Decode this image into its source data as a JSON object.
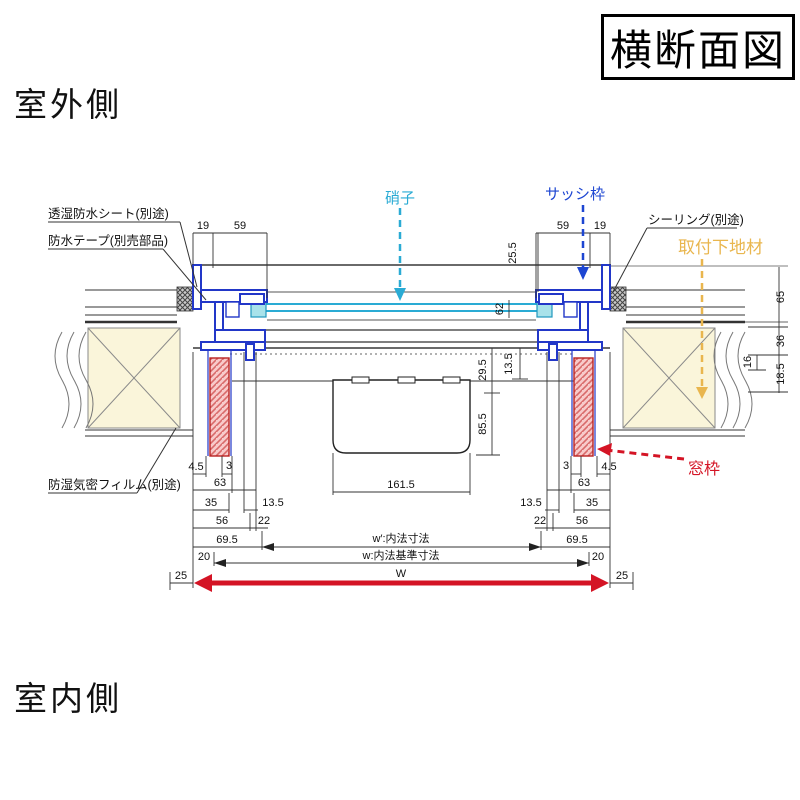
{
  "title_box": {
    "label": "横断面図"
  },
  "sides": {
    "outdoor": "室外側",
    "indoor": "室内側"
  },
  "callouts": {
    "sheet": "透湿防水シート(別途)",
    "tape": "防水テープ(別売部品)",
    "glass": "硝子",
    "sash": "サッシ枠",
    "sealing": "シーリング(別途)",
    "backing": "取付下地材",
    "film": "防湿気密フィルム(別途)",
    "window_frame": "窓枠"
  },
  "dims": {
    "top_left": [
      "19",
      "59"
    ],
    "top_right": [
      "59",
      "19"
    ],
    "v25": "25.5",
    "v62": "62",
    "right_vertical": [
      "65",
      "36",
      "16",
      "18.5"
    ],
    "mid29": "29.5",
    "mid13": "13.5",
    "mid85": "85.5",
    "box_w": "161.5",
    "left_chain": {
      "a": "4.5",
      "b": "3",
      "c": "63",
      "d": "35",
      "e": "13.5",
      "f": "56",
      "g": "22",
      "h": "69.5",
      "i": "20",
      "j": "25"
    },
    "right_chain": {
      "a": "3",
      "b": "4.5",
      "c": "63",
      "d": "35",
      "e": "13.5",
      "f": "22",
      "g": "56",
      "h": "69.5",
      "i": "20",
      "j": "25"
    },
    "w_prime": "w′:内法寸法",
    "w_base": "w:内法基準寸法",
    "W": "W"
  },
  "colors": {
    "frame_blue": "#2237c8",
    "glass_cyan": "#2aabd4",
    "backing_orange": "#e9b64e",
    "accent_red": "#d41425",
    "wall_cream": "#faf5da",
    "hatch_pink": "#f8caca"
  }
}
